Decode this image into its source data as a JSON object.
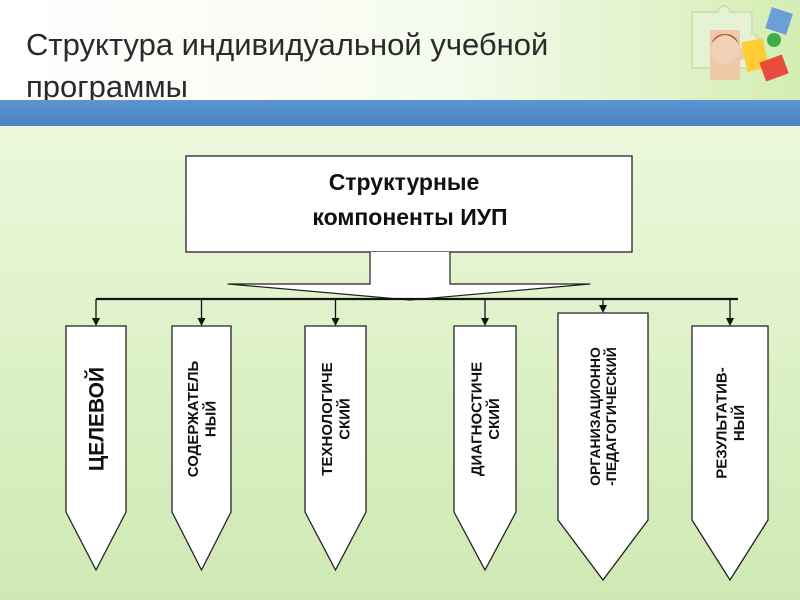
{
  "slide": {
    "title": "Структура индивидуальной учебной программы"
  },
  "diagram": {
    "root": {
      "line1": "Структурные",
      "line2": "компоненты ИУП"
    },
    "components": [
      {
        "lines": [
          "ЦЕЛЕВОЙ"
        ]
      },
      {
        "lines": [
          "СОДЕРЖАТЕЛЬ",
          "НЫЙ"
        ]
      },
      {
        "lines": [
          "ТЕХНОЛОГИЧЕ",
          "СКИЙ"
        ]
      },
      {
        "lines": [
          "ДИАГНОСТИЧЕ",
          "СКИЙ"
        ]
      },
      {
        "lines": [
          "ОРГАНИЗАЦИОННО",
          "-ПЕДАГОГИЧЕСКИЙ"
        ]
      },
      {
        "lines": [
          "РЕЗУЛЬТАТИВ-",
          "НЫЙ"
        ]
      }
    ]
  },
  "decor": {
    "image": "puzzle-children-picture"
  }
}
